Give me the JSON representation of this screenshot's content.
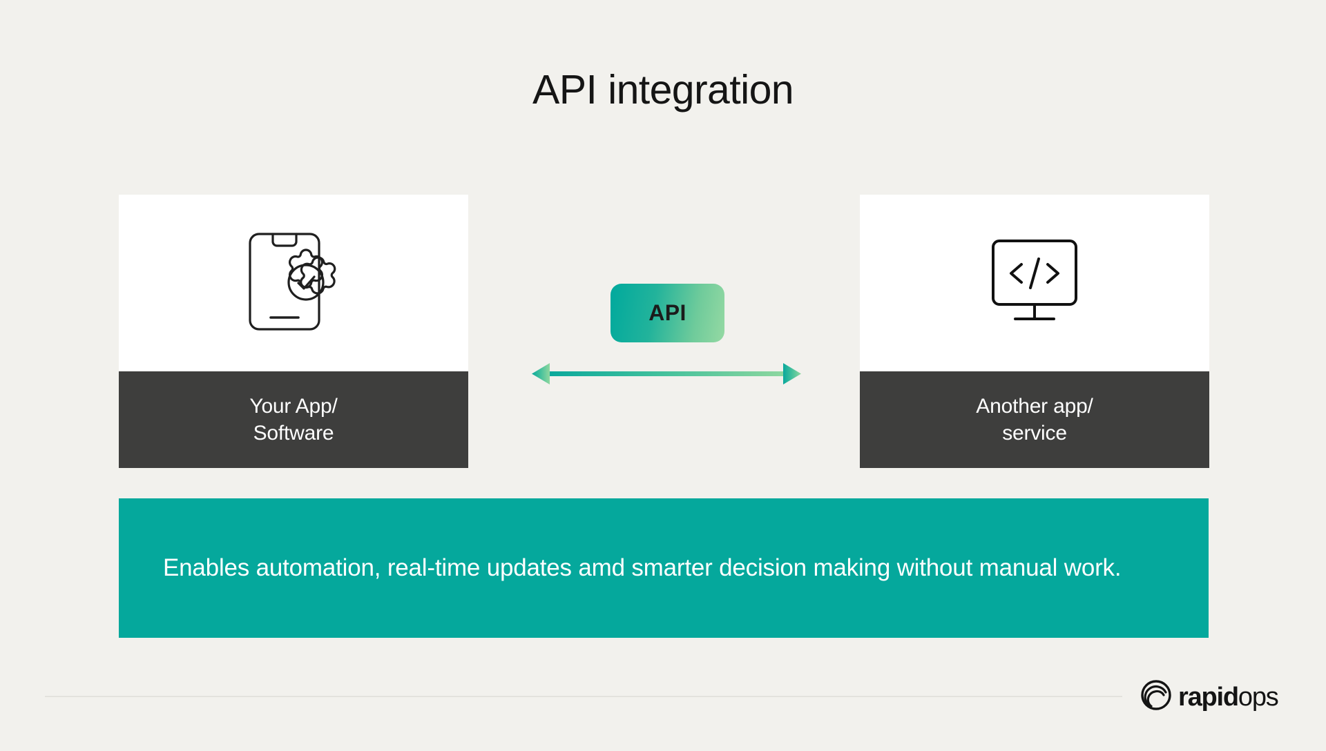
{
  "page": {
    "title": "API integration",
    "background_color": "#f2f1ed"
  },
  "cards": [
    {
      "id": "your-app",
      "icon": "mobile-app-gear-check-icon",
      "label_line1": "Your App/",
      "label_line2": "Software",
      "label_background": "#3e3e3d",
      "body_background": "#ffffff"
    },
    {
      "id": "another-app",
      "icon": "monitor-code-icon",
      "label_line1": "Another app/",
      "label_line2": "service",
      "label_background": "#3e3e3d",
      "body_background": "#ffffff"
    }
  ],
  "connector": {
    "badge_label": "API",
    "badge_gradient_from": "#00a99d",
    "badge_gradient_to": "#95d9a3",
    "arrow_icon": "double-headed-arrow-icon",
    "arrow_gradient_from": "#0aa89c",
    "arrow_gradient_to": "#8fd79f"
  },
  "banner": {
    "text": "Enables automation, real-time updates amd smarter decision making without manual work.",
    "background_color": "#05a89c",
    "text_color": "#ffffff"
  },
  "footer": {
    "brand_bold": "rapid",
    "brand_light": "ops",
    "brand_mark": "rapidops-spiral-logo-icon",
    "rule_color": "#e3e2dd"
  }
}
